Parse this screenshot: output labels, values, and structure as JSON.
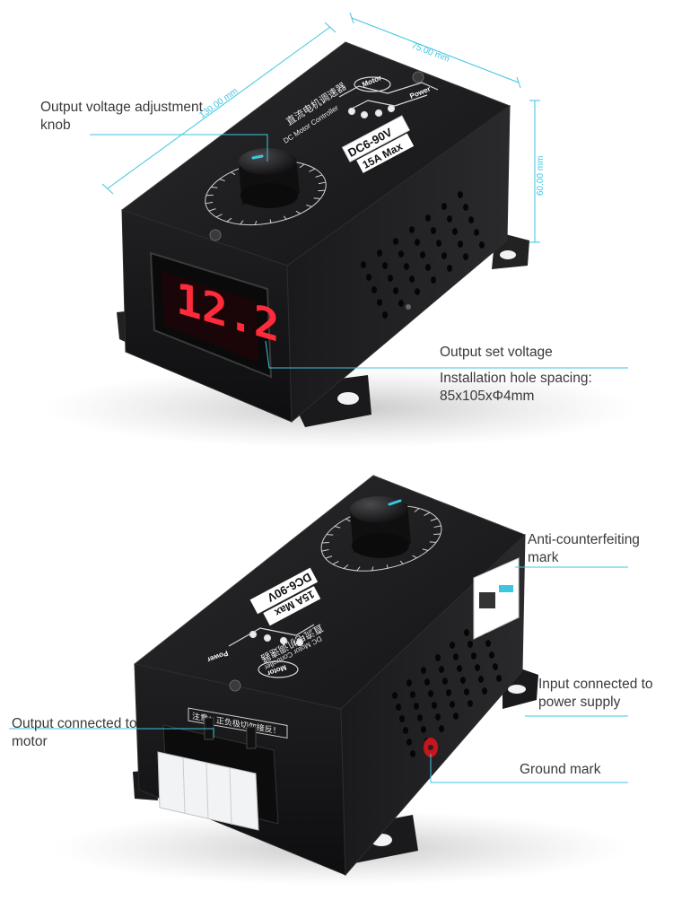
{
  "dimensions": {
    "depth": "130.00 mm",
    "width": "75.00 mm",
    "height": "60.00 mm"
  },
  "device": {
    "model": "DC6-90V",
    "rating": "15A Max",
    "subtitle": "DC Motor Controller",
    "title_cn": "直流电机调速器",
    "display_reading": "12.2",
    "motor_label": "Motor",
    "power_label": "Power",
    "warning_cn": "注意：正负极切勿接反！"
  },
  "labels": {
    "knob": "Output voltage adjustment knob",
    "set_voltage": "Output set voltage",
    "hole_spacing": "Installation hole spacing:",
    "hole_spacing_value": "85x105xΦ4mm",
    "anti_counterfeit": "Anti-counterfeiting mark",
    "input": "Input connected to power supply",
    "output": "Output connected to motor",
    "ground": "Ground mark"
  },
  "colors": {
    "accent": "#3ec6e0",
    "housing": "#1c1c1e",
    "display_red": "#ff2a3a"
  }
}
